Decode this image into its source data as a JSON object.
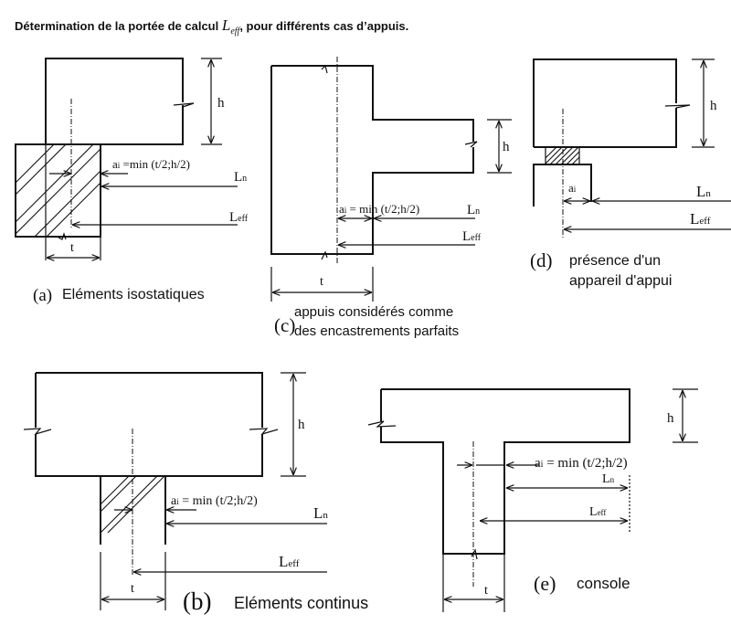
{
  "title": {
    "prefix": "Détermination de la portée de calcul ",
    "symbol": "L",
    "symbol_sub": "eff",
    "suffix": ", pour différents cas d’appuis."
  },
  "labels": {
    "h": "h",
    "t": "t",
    "ai": "a",
    "ai_sub": "i",
    "ai_formula_a": " =min (t/2;h/2)",
    "ai_formula": " = min (t/2;h/2)",
    "ln": "L",
    "ln_sub": "n",
    "leff": "L",
    "leff_sub": "eff"
  },
  "cases": {
    "a": {
      "letter": "(a)",
      "caption": "Eléments isostatiques"
    },
    "b": {
      "letter": "(b)",
      "caption": "Eléments continus"
    },
    "c": {
      "letter": "(c)",
      "caption_line1": "appuis considérés comme",
      "caption_line2": "des encastrements parfaits"
    },
    "d": {
      "letter": "(d)",
      "caption_line1": "présence d'un",
      "caption_line2": "appareil d'appui"
    },
    "e": {
      "letter": "(e)",
      "caption": "console"
    }
  }
}
